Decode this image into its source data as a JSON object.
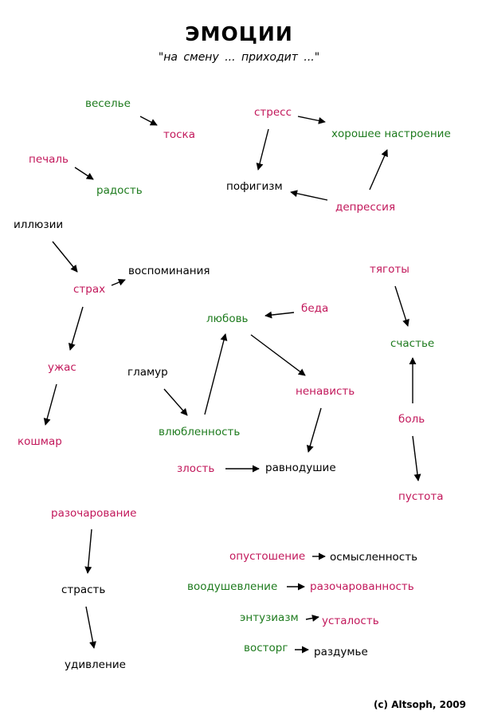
{
  "title": "ЭМОЦИИ",
  "subtitle": "\"на смену  ...  приходит  ...\"",
  "copyright": "(c) Altsoph, 2009",
  "colors": {
    "negative": "#c2185b",
    "positive": "#1e7b1e",
    "neutral": "#000000"
  },
  "words": {
    "vesele": "веселье",
    "toska": "тоска",
    "pechal": "печаль",
    "radost": "радость",
    "stress": "стресс",
    "horoshee": "хорошее настроение",
    "pofigizm": "пофигизм",
    "depressiya": "депрессия",
    "illyuzii": "иллюзии",
    "strah": "страх",
    "vospominaniya": "воспоминания",
    "uzhas": "ужас",
    "koshmar": "кошмар",
    "tyagoty": "тяготы",
    "schaste": "счастье",
    "bol": "боль",
    "pustota": "пустота",
    "beda": "беда",
    "lyubov": "любовь",
    "glamur": "гламур",
    "nenavist": "ненависть",
    "vlyublennost": "влюбленность",
    "zlost": "злость",
    "ravnodushie": "равнодушие",
    "razocharovanie": "разочарование",
    "strast": "страсть",
    "udivlenie": "удивление",
    "opustoshenie": "опустошение",
    "osmyslennost": "осмысленность",
    "vooodushevlenie": "воодушевление",
    "razocharovannost": "разочарованность",
    "entuziazm": "энтузиазм",
    "ustalost": "усталость",
    "vostorg": "восторг",
    "razdume": "раздумье"
  },
  "transitions": [
    {
      "from": "веселье",
      "to": "тоска"
    },
    {
      "from": "печаль",
      "to": "радость"
    },
    {
      "from": "стресс",
      "to": "хорошее настроение"
    },
    {
      "from": "стресс",
      "to": "пофигизм"
    },
    {
      "from": "депрессия",
      "to": "пофигизм"
    },
    {
      "from": "депрессия",
      "to": "хорошее настроение"
    },
    {
      "from": "иллюзии",
      "to": "страх"
    },
    {
      "from": "страх",
      "to": "воспоминания"
    },
    {
      "from": "страх",
      "to": "ужас"
    },
    {
      "from": "ужас",
      "to": "кошмар"
    },
    {
      "from": "беда",
      "to": "любовь"
    },
    {
      "from": "любовь",
      "to": "ненависть"
    },
    {
      "from": "гламур",
      "to": "влюбленность"
    },
    {
      "from": "влюбленность",
      "to": "любовь"
    },
    {
      "from": "ненависть",
      "to": "равнодушие"
    },
    {
      "from": "злость",
      "to": "равнодушие"
    },
    {
      "from": "тяготы",
      "to": "счастье"
    },
    {
      "from": "боль",
      "to": "счастье"
    },
    {
      "from": "боль",
      "to": "пустота"
    },
    {
      "from": "разочарование",
      "to": "страсть"
    },
    {
      "from": "страсть",
      "to": "удивление"
    },
    {
      "from": "опустошение",
      "to": "осмысленность"
    },
    {
      "from": "воодушевление",
      "to": "разочарованность"
    },
    {
      "from": "энтузиазм",
      "to": "усталость"
    },
    {
      "from": "восторг",
      "to": "раздумье"
    }
  ]
}
